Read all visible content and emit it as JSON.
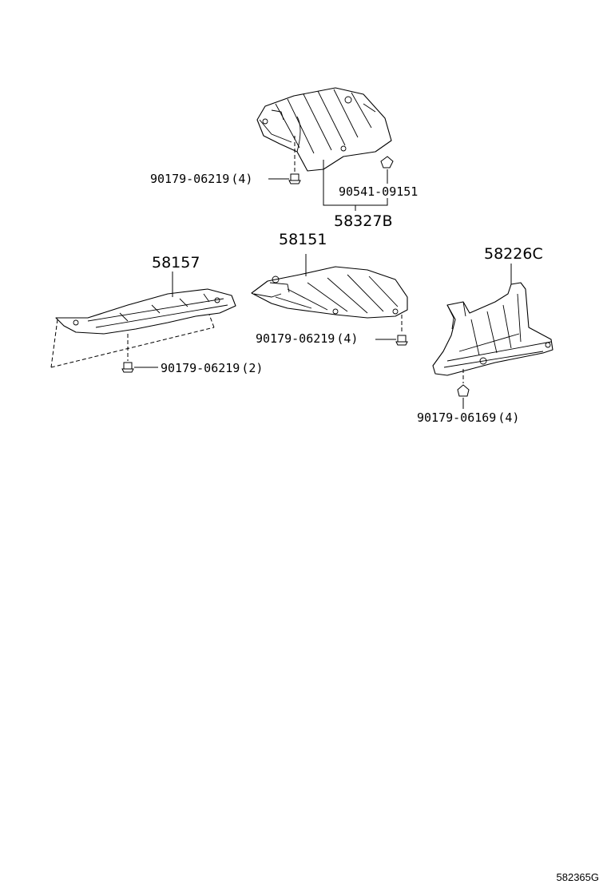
{
  "diagram": {
    "illustration_code": "582365G",
    "parts": [
      {
        "id": "p58327b",
        "number": "58327B",
        "fasteners": [
          {
            "id": "f1",
            "number": "90179-06219",
            "qty": "(4)"
          },
          {
            "id": "f2",
            "number": "90541-09151",
            "qty": ""
          }
        ]
      },
      {
        "id": "p58151",
        "number": "58151",
        "fasteners": [
          {
            "id": "f3",
            "number": "90179-06219",
            "qty": "(4)"
          }
        ]
      },
      {
        "id": "p58157",
        "number": "58157",
        "fasteners": [
          {
            "id": "f4",
            "number": "90179-06219",
            "qty": "(2)"
          }
        ]
      },
      {
        "id": "p58226c",
        "number": "58226C",
        "fasteners": [
          {
            "id": "f5",
            "number": "90179-06169",
            "qty": "(4)"
          }
        ]
      }
    ]
  }
}
